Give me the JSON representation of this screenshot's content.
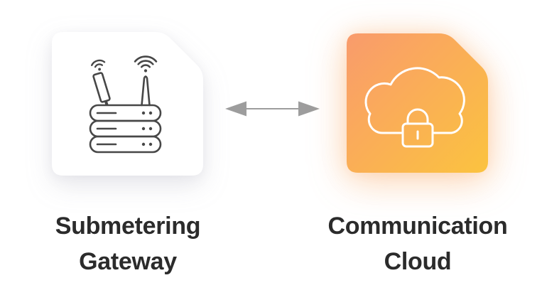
{
  "nodes": [
    {
      "id": "submetering-gateway",
      "label": "Submetering Gateway",
      "icon": "wireless-gateway-icon",
      "card_color": "#FFFFFF",
      "icon_color": "#474747"
    },
    {
      "id": "communication-cloud",
      "label": "Communication Cloud",
      "icon": "secure-cloud-icon",
      "card_gradient_start": "#F99B6C",
      "card_gradient_end": "#FBC33F",
      "icon_color": "#FFFFFF"
    }
  ],
  "connector": {
    "type": "bidirectional-arrow",
    "color": "#9D9D9D"
  },
  "canvas": {
    "background": "#FFFFFF",
    "label_color": "#2B2B2B"
  }
}
